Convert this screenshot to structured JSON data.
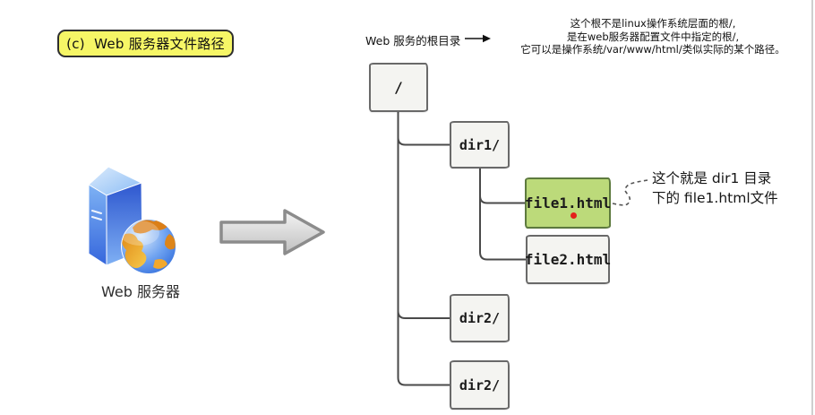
{
  "badge": {
    "label": "(c)  Web 服务器文件路径"
  },
  "root_note": {
    "label": "Web 服务的根目录",
    "lines": [
      "这个根不是linux操作系统层面的根/,",
      "是在web服务器配置文件中指定的根/,",
      "它可以是操作系统/var/www/html/类似实际的某个路径。"
    ]
  },
  "server": {
    "label": "Web 服务器"
  },
  "tree": {
    "nodes": [
      {
        "id": "root",
        "label": "/",
        "highlighted": false
      },
      {
        "id": "dir1",
        "label": "dir1/",
        "highlighted": false
      },
      {
        "id": "file1",
        "label": "file1.html",
        "highlighted": true
      },
      {
        "id": "file2",
        "label": "file2.html",
        "highlighted": false
      },
      {
        "id": "dir2a",
        "label": "dir2/",
        "highlighted": false
      },
      {
        "id": "dir2b",
        "label": "dir2/",
        "highlighted": false
      }
    ]
  },
  "file1_note": {
    "lines": [
      "这个就是 dir1 目录",
      "下的 file1.html文件"
    ]
  },
  "colors": {
    "badge_fill": "#f6f666",
    "highlight_fill": "#bcda7a",
    "highlight_border": "#5d7a3e",
    "marker_red": "#e3211c",
    "connector": "#4a4a4a",
    "box_fill": "#f4f4f1",
    "box_border": "#696969"
  }
}
